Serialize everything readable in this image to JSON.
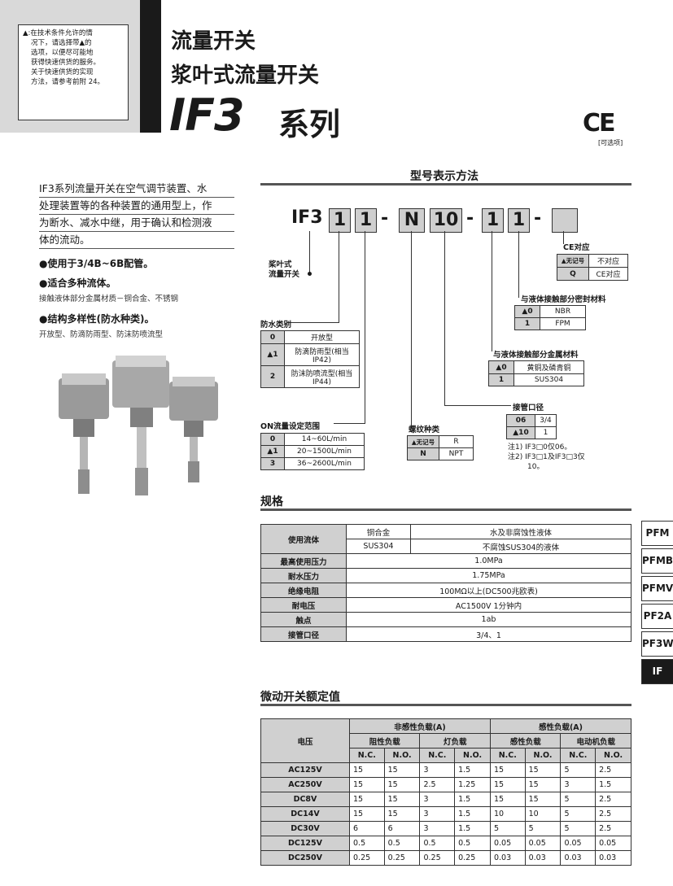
{
  "note": {
    "lines": [
      "▲:在技术条件允许的情",
      "况下，请选择带▲的",
      "选项，以便尽可能地",
      "获得快速供货的服务。",
      "关于快速供货的实现",
      "方法，请参考前附 24。"
    ]
  },
  "header": {
    "title_line1": "流量开关",
    "title_line2": "浆叶式流量开关",
    "series_code": "IF3",
    "series_word": "系列",
    "ce_mark": "CE",
    "ce_option": "[可选项]"
  },
  "description": {
    "lines": [
      "IF3系列流量开关在空气调节装置、水",
      "处理装置等的各种装置的通用型上，作",
      "为断水、减水中继，用于确认和检测液",
      "体的流动。"
    ],
    "features": [
      {
        "title": "●使用于3/4B~6B配管。",
        "sub": ""
      },
      {
        "title": "●适合多种流体。",
        "sub": "接触液体部分金属材质－铜合金、不锈钢"
      },
      {
        "title": "●结构多样性(防水种类)。",
        "sub": "开放型、防滴防雨型、防沫防喷流型"
      }
    ]
  },
  "model": {
    "section_title": "型号表示方法",
    "prefix": "IF3",
    "boxes": [
      "1",
      "1",
      "N",
      "10",
      "1",
      "1",
      ""
    ],
    "dash": "-",
    "paddle_label_1": "桨叶式",
    "paddle_label_2": "流量开关",
    "waterproof": {
      "label": "防水类别",
      "rows": [
        [
          "0",
          "开放型"
        ],
        [
          "▲1",
          "防滴防雨型(相当IP42)"
        ],
        [
          "2",
          "防沫防喷流型(相当IP44)"
        ]
      ]
    },
    "on_range": {
      "label": "ON流量设定范围",
      "rows": [
        [
          "0",
          "14~60L/min"
        ],
        [
          "▲1",
          "20~1500L/min"
        ],
        [
          "3",
          "36~2600L/min"
        ]
      ]
    },
    "thread": {
      "label": "螺纹种类",
      "rows": [
        [
          "▲无记号",
          "R"
        ],
        [
          "N",
          "NPT"
        ]
      ]
    },
    "port": {
      "label": "接管口径",
      "rows": [
        [
          "06",
          "3/4"
        ],
        [
          "▲10",
          "1"
        ]
      ],
      "notes": [
        "注1) IF3□0仅06。",
        "注2) IF3□1及IF3□3仅",
        "10。"
      ]
    },
    "metal": {
      "label": "与液体接触部分金属材料",
      "rows": [
        [
          "▲0",
          "黄铜及磷青铜"
        ],
        [
          "1",
          "SUS304"
        ]
      ]
    },
    "seal": {
      "label": "与液体接触部分密封材料",
      "rows": [
        [
          "▲0",
          "NBR"
        ],
        [
          "1",
          "FPM"
        ]
      ]
    },
    "ce": {
      "label": "CE对应",
      "rows": [
        [
          "▲无记号",
          "不对应"
        ],
        [
          "Q",
          "CE对应"
        ]
      ]
    }
  },
  "spec": {
    "section_title": "规格",
    "rows": [
      {
        "name": "使用流体",
        "sub": "铜合金",
        "value": "水及非腐蚀性液体"
      },
      {
        "name": "",
        "sub": "SUS304",
        "value": "不腐蚀SUS304的液体"
      },
      {
        "name": "最高使用压力",
        "sub": "",
        "value": "1.0MPa"
      },
      {
        "name": "耐水压力",
        "sub": "",
        "value": "1.75MPa"
      },
      {
        "name": "绝缘电阻",
        "sub": "",
        "value": "100MΩ以上(DC500兆欧表)"
      },
      {
        "name": "耐电压",
        "sub": "",
        "value": "AC1500V 1分钟内"
      },
      {
        "name": "触点",
        "sub": "",
        "value": "1ab"
      },
      {
        "name": "接管口径",
        "sub": "",
        "value": "3/4、1"
      }
    ]
  },
  "tabs": [
    "PFM",
    "PFMB",
    "PFMV",
    "PF2A",
    "PF3W",
    "IF"
  ],
  "rating": {
    "section_title": "微动开关额定值",
    "head_voltage": "电压",
    "head_noninductive": "非感性负载(A)",
    "head_inductive": "感性负载(A)",
    "head_resistive": "阻性负载",
    "head_lamp": "灯负载",
    "head_induct": "感性负载",
    "head_motor": "电动机负载",
    "nc": "N.C.",
    "no": "N.O.",
    "rows": [
      [
        "AC125V",
        "15",
        "15",
        "3",
        "1.5",
        "15",
        "15",
        "5",
        "2.5"
      ],
      [
        "AC250V",
        "15",
        "15",
        "2.5",
        "1.25",
        "15",
        "15",
        "3",
        "1.5"
      ],
      [
        "DC8V",
        "15",
        "15",
        "3",
        "1.5",
        "15",
        "15",
        "5",
        "2.5"
      ],
      [
        "DC14V",
        "15",
        "15",
        "3",
        "1.5",
        "10",
        "10",
        "5",
        "2.5"
      ],
      [
        "DC30V",
        "6",
        "6",
        "3",
        "1.5",
        "5",
        "5",
        "5",
        "2.5"
      ],
      [
        "DC125V",
        "0.5",
        "0.5",
        "0.5",
        "0.5",
        "0.05",
        "0.05",
        "0.05",
        "0.05"
      ],
      [
        "DC250V",
        "0.25",
        "0.25",
        "0.25",
        "0.25",
        "0.03",
        "0.03",
        "0.03",
        "0.03"
      ]
    ]
  }
}
